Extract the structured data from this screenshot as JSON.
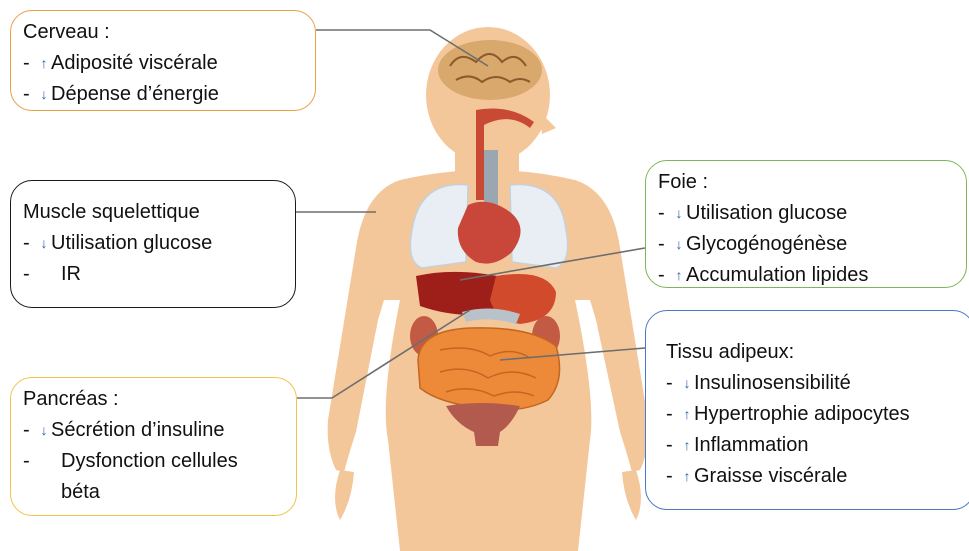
{
  "colors": {
    "skin": "#f4c79b",
    "brain": "#d9a86c",
    "lung": "#e8eef3",
    "liver": "#9e1e1a",
    "stomach": "#d24a2c",
    "intestine": "#ec8a3a",
    "kidney": "#c25a44",
    "heart": "#c9463a",
    "esophagus": "#c84a34",
    "trachea": "#9aa6b0",
    "bladder": "#b35a4e",
    "arrow": "#2d5fb0",
    "connector": "#6e6e6e"
  },
  "cerveau": {
    "title": "Cerveau :",
    "items": [
      {
        "dash": "-",
        "arrow": "↑",
        "text": "Adiposité viscérale"
      },
      {
        "dash": "-",
        "arrow": "↓",
        "text": "Dépense d’énergie"
      }
    ]
  },
  "muscle": {
    "title": "Muscle squelettique",
    "items": [
      {
        "dash": "-",
        "arrow": "↓",
        "text": "Utilisation glucose"
      },
      {
        "dash": "-",
        "arrow": "",
        "text": "IR"
      }
    ]
  },
  "pancreas": {
    "title": "Pancréas :",
    "items": [
      {
        "dash": "-",
        "arrow": "↓",
        "text": "Sécrétion d’insuline"
      },
      {
        "dash": "-",
        "arrow": "",
        "text": "Dysfonction cellules"
      }
    ],
    "continuation": "béta"
  },
  "foie": {
    "title": "Foie :",
    "items": [
      {
        "dash": "-",
        "arrow": "↓",
        "text": "Utilisation glucose"
      },
      {
        "dash": "-",
        "arrow": "↓",
        "text": "Glycogénogénèse"
      },
      {
        "dash": "-",
        "arrow": "↑",
        "text": "Accumulation lipides"
      }
    ]
  },
  "tissu": {
    "title": "Tissu adipeux:",
    "items": [
      {
        "dash": "-",
        "arrow": "↓",
        "text": "Insulinosensibilité"
      },
      {
        "dash": "-",
        "arrow": "↑",
        "text": "Hypertrophie adipocytes"
      },
      {
        "dash": "-",
        "arrow": "↑",
        "text": "Inflammation"
      },
      {
        "dash": "-",
        "arrow": "↑",
        "text": "Graisse viscérale"
      }
    ]
  }
}
